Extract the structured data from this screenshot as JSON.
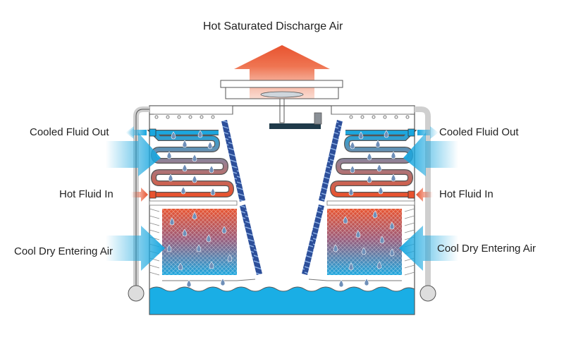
{
  "labels": {
    "discharge_air": "Hot Saturated Discharge Air",
    "cooled_fluid_out_left": "Cooled Fluid Out",
    "cooled_fluid_out_right": "Cooled Fluid Out",
    "hot_fluid_in_left": "Hot Fluid In",
    "hot_fluid_in_right": "Hot Fluid In",
    "cool_air_left": "Cool Dry Entering Air",
    "cool_air_right": "Cool Dry Entering Air"
  },
  "colors": {
    "hot": "#e8532f",
    "cool": "#1aa7df",
    "water": "#1aaee5",
    "outline": "#555555",
    "louver": "#2d4f9a",
    "fan_motor": "#1f3a4a"
  }
}
